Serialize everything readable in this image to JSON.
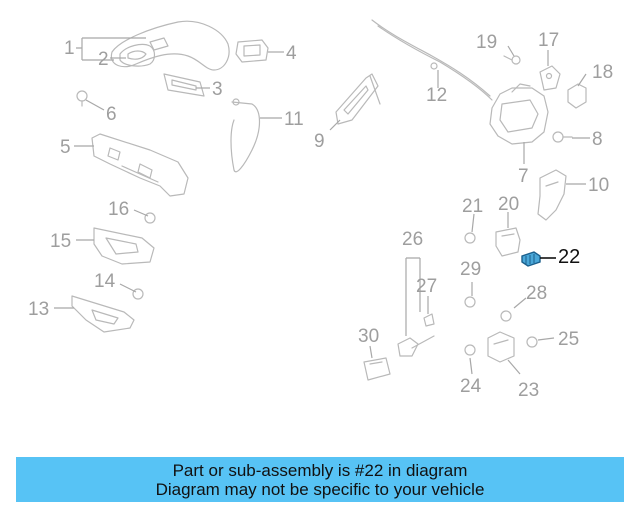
{
  "diagram": {
    "callouts": [
      "1",
      "2",
      "3",
      "4",
      "5",
      "6",
      "7",
      "8",
      "9",
      "10",
      "11",
      "12",
      "13",
      "14",
      "15",
      "16",
      "17",
      "18",
      "19",
      "20",
      "21",
      "22",
      "23",
      "24",
      "25",
      "26",
      "27",
      "28",
      "29",
      "30"
    ],
    "highlighted": "22",
    "colors": {
      "highlight_part": "#4aa7d8",
      "line_art": "#b9b9b9",
      "callout_text": "#9e9e9e",
      "highlight_text": "#111111"
    }
  },
  "banner": {
    "line1": "Part or sub-assembly is #22 in diagram",
    "line2": "Diagram may not be specific to your vehicle",
    "color": "#57c3f5"
  }
}
